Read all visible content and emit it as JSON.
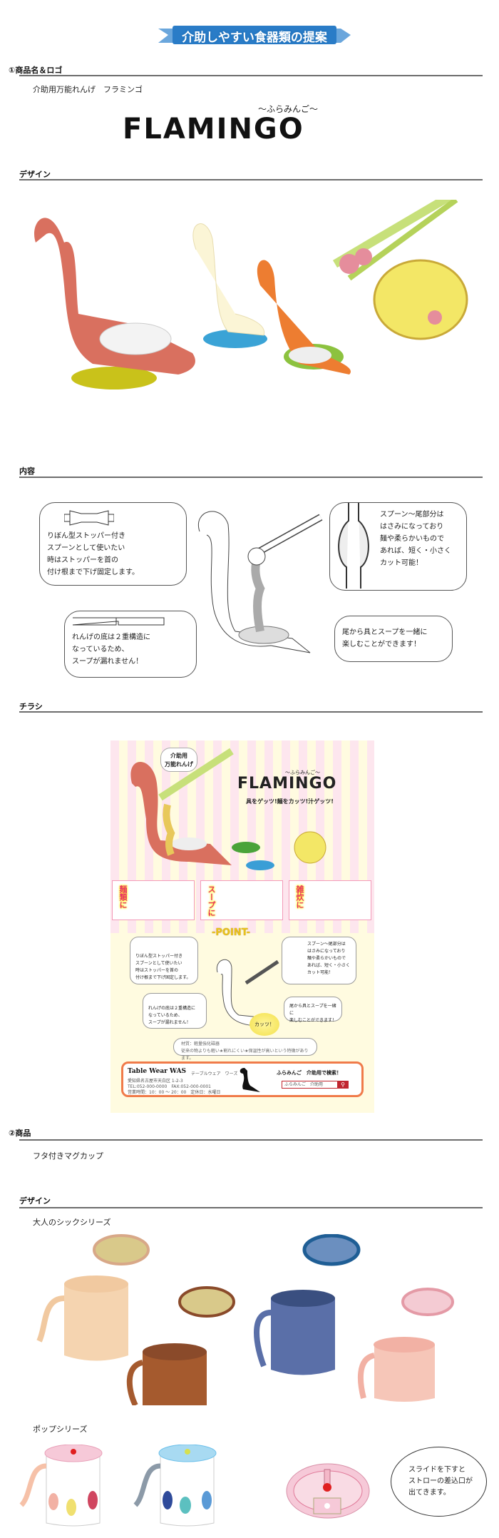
{
  "title": "介助しやすい食器類の提案",
  "section1": {
    "heading": "①商品名＆ロゴ",
    "product_name": "介助用万能れんげ　フラミンゴ",
    "logo": {
      "text": "FLAMINGO",
      "kana": "～ふらみんご～"
    },
    "design_heading": "デザイン",
    "content_heading": "内容",
    "flyer_heading": "チラシ"
  },
  "diagram": {
    "ribbon": "りぼん型ストッパー付き\nスプーンとして使いたい\n時はストッパーを首の\n付け根まで下げ固定します。",
    "bottom": "れんげの底は２重構造に\nなっているため、\nスープが漏れません！",
    "scissors": "スプーン～尾部分は\nはさみになっており\n麺や柔らかいもので\nあれば、短く・小さく\nカット可能！",
    "tail": "尾から具とスープを一緒に\n楽しむことができます！"
  },
  "flyer": {
    "badge": "介助用\n万能れんげ",
    "logo": "FLAMINGO",
    "kana": "～ふらみんご～",
    "tagline": "具をゲッツ!麺をカッツ!汁ゲッツ!",
    "cards": [
      "麺類に",
      "スープに",
      "雑炊に"
    ],
    "point": "-POINT-",
    "cut": "カッツ！",
    "material": "材質：軽量強化磁器",
    "features": "従来の物よりも軽い★割れにくい★保温性が高いという特徴があります。",
    "shop": {
      "name": "Table Wear WAS",
      "kana": "テーブルウェア　ワーズ",
      "address": "愛知県名古屋市天白区 1-2-3",
      "tel": "TEL:052-000-0000　FAX:052-000-0001",
      "hours": "営業時間：10：00 ～ 20：00　定休日：水曜日",
      "search_prompt": "ふらみんご　介助用で検索！",
      "search_value": "ふらみんご　介助用"
    }
  },
  "section2": {
    "heading": "②商品",
    "product_name": "フタ付きマグカップ",
    "design_heading": "デザイン",
    "chic_series": "大人のシックシリーズ",
    "pop_series": "ポップシリーズ",
    "lid_note": "スライドを下すと\nストローの差込口が\n出てきます。"
  },
  "colors": {
    "banner": "#2a7cc7",
    "rule": "#6d6d6d",
    "flamingo": "#d9705f",
    "accent_pink": "#f39ab8"
  }
}
